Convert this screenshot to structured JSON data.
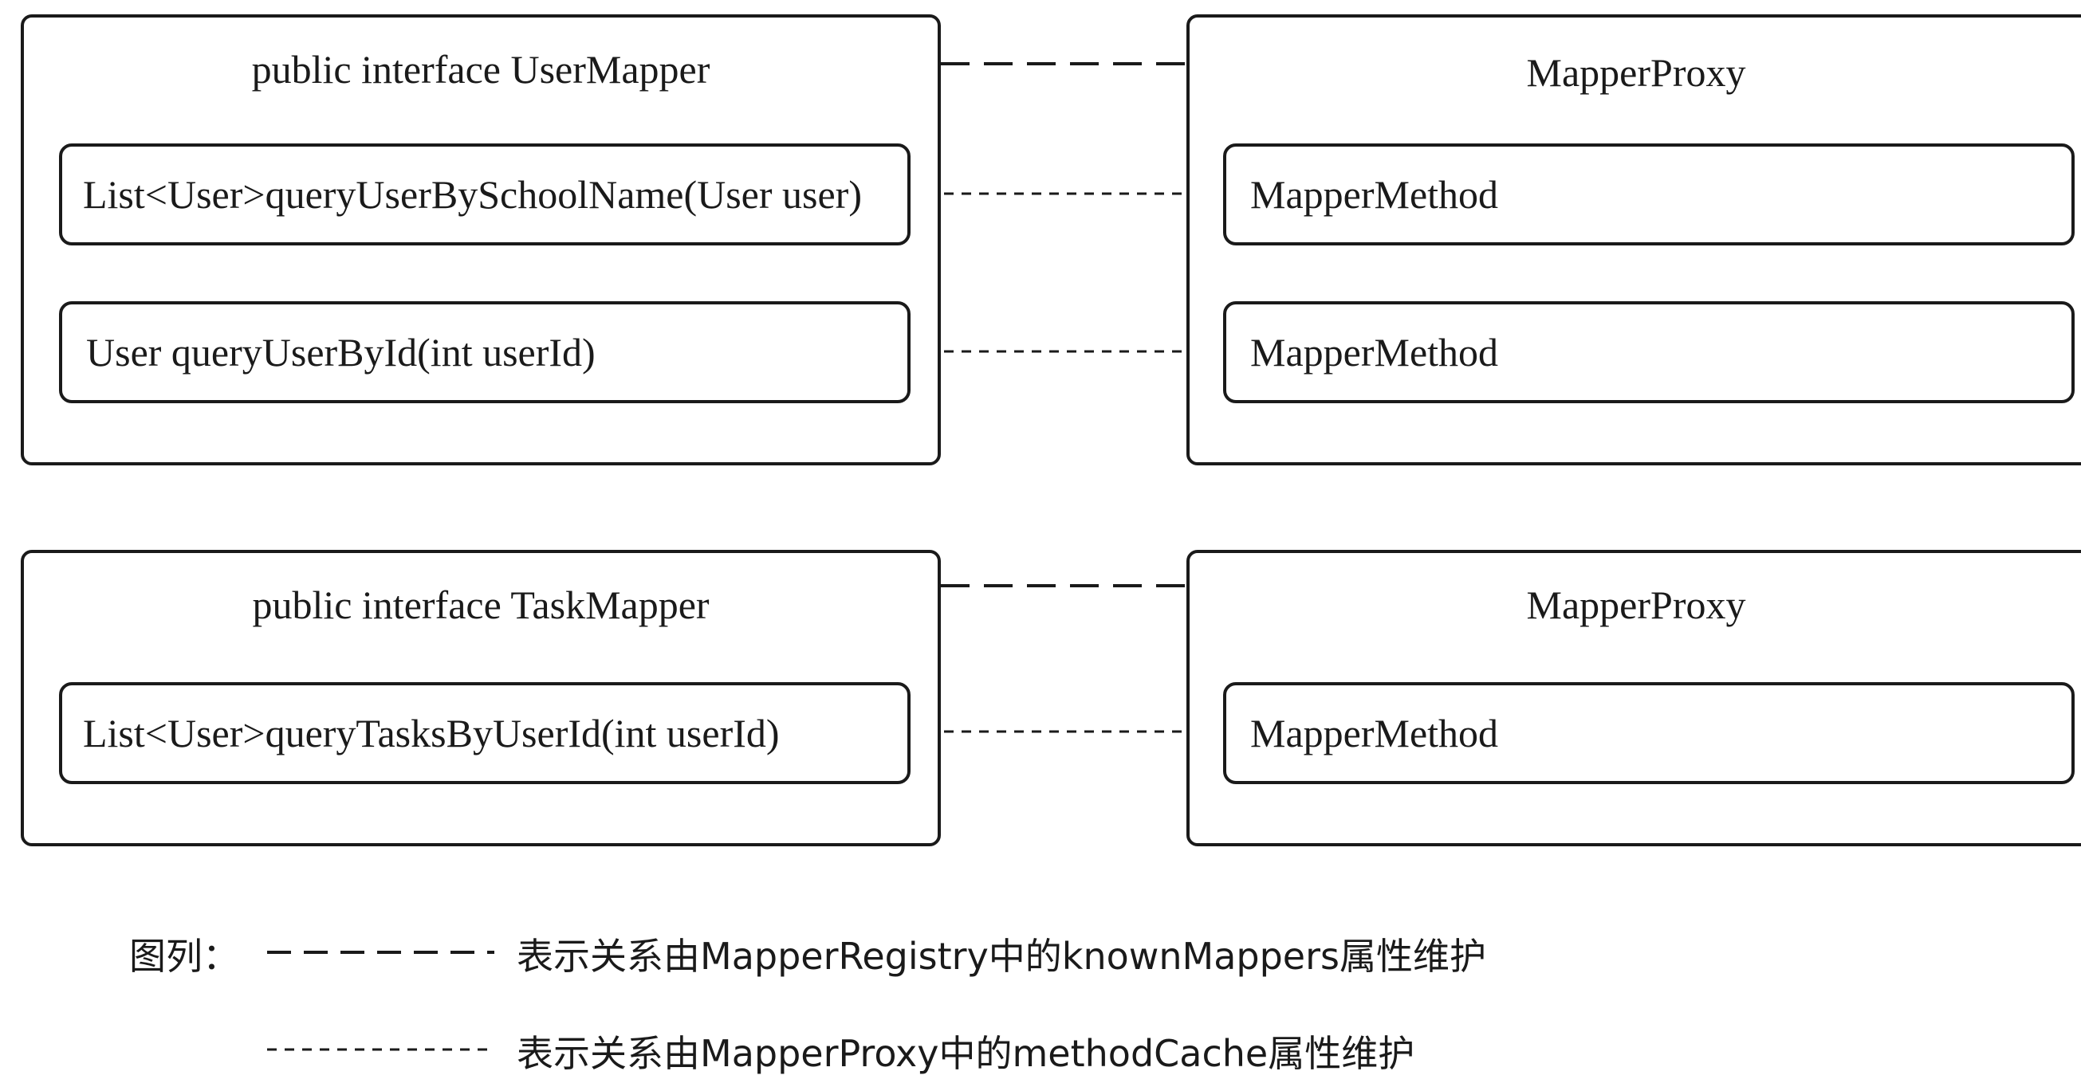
{
  "groups": [
    {
      "interface_title": "public interface UserMapper",
      "methods": [
        "List<User>queryUserBySchoolName(User user)",
        "User queryUserById(int userId)"
      ],
      "proxy_title": "MapperProxy",
      "proxy_methods": [
        "MapperMethod",
        "MapperMethod"
      ]
    },
    {
      "interface_title": "public interface TaskMapper",
      "methods": [
        "List<User>queryTasksByUserId(int userId)"
      ],
      "proxy_title": "MapperProxy",
      "proxy_methods": [
        "MapperMethod"
      ]
    }
  ],
  "legend": {
    "label": "图列：",
    "long_dash_text": "表示关系由MapperRegistry中的knownMappers属性维护",
    "short_dash_text": "表示关系由MapperProxy中的methodCache属性维护"
  }
}
